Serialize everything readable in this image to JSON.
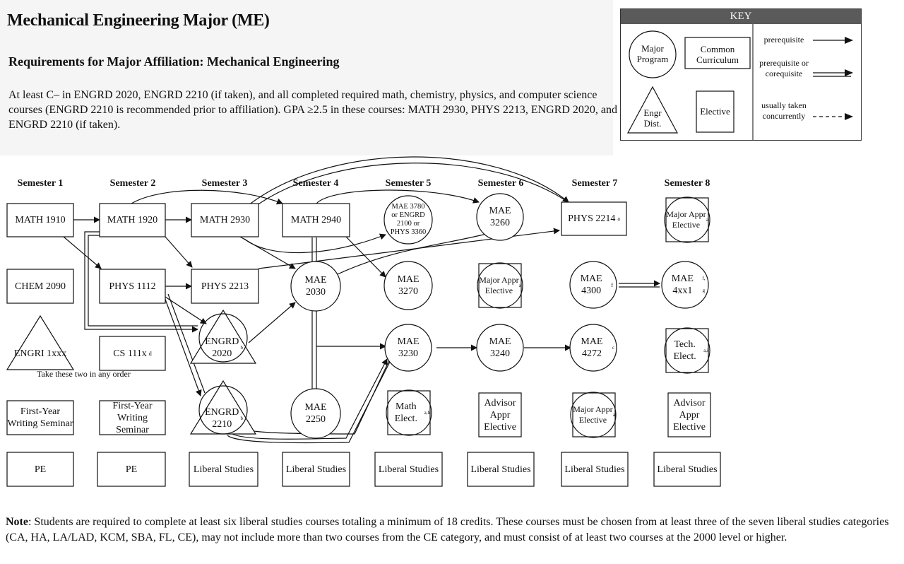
{
  "title": "Mechanical Engineering Major (ME)",
  "subtitle": "Requirements for Major Affiliation:  Mechanical Engineering",
  "requirements": "At least C– in ENGRD 2020, ENGRD 2210 (if taken), and all completed required math, chemistry, physics, and computer science courses (ENGRD 2210 is recommended prior to affiliation). GPA ≥2.5 in these courses: MATH 2930, PHYS 2213, ENGRD 2020, and ENGRD 2210 (if taken).",
  "key": {
    "title": "KEY",
    "major_program": "Major Program",
    "common_curriculum": "Common Curriculum",
    "engr_dist": "Engr Dist.",
    "elective": "Elective",
    "prerequisite": "prerequisite",
    "prereq_or_coreq": "prerequisite or corequisite",
    "usually_concurrent": "usually taken concurrently"
  },
  "semesters": [
    "Semester 1",
    "Semester 2",
    "Semester 3",
    "Semester 4",
    "Semester 5",
    "Semester 6",
    "Semester 7",
    "Semester 8"
  ],
  "courses": {
    "math1910": "MATH 1910",
    "math1920": "MATH 1920",
    "math2930": "MATH 2930",
    "math2940": "MATH 2940",
    "mae3780": "MAE 3780 or ENGRD 2100 or PHYS 3360",
    "mae3260": "MAE 3260",
    "phys2214": "PHYS 2214",
    "phys2214_sup": "a",
    "s8_major": "Major Appr Elective",
    "s8_major_sup": "a",
    "chem2090": "CHEM 2090",
    "phys1112": "PHYS 1112",
    "phys2213": "PHYS 2213",
    "mae2030": "MAE 2030",
    "mae3270": "MAE 3270",
    "s6_major": "Major Appr Elective",
    "s6_major_sup": "a",
    "mae4300": "MAE 4300",
    "mae4300_sup": "f",
    "mae4xx1": "MAE 4xx1",
    "mae4xx1_sup": "f, g",
    "engri": "ENGRI 1xxx",
    "cs111x": "CS 111x",
    "cs111x_sup": "d",
    "engrd2020": "ENGRD 2020",
    "engrd2020_sup": "b",
    "mae3230": "MAE 3230",
    "mae3240": "MAE 3240",
    "mae4272": "MAE 4272",
    "mae4272_sup": "c",
    "tech_elect": "Tech. Elect.",
    "tech_elect_sup": "a,i",
    "fyws1": "First-Year Writing Seminar",
    "fyws2": "First-Year Writing Seminar",
    "engrd2210": "ENGRD 2210",
    "engrd2210_sup": "b",
    "mae2250": "MAE 2250",
    "math_elect": "Math Elect.",
    "math_elect_sup": "a,h",
    "advisor6": "Advisor Appr Elective",
    "s7_major": "Major Appr Elective",
    "s7_major_sup": "a",
    "advisor8": "Advisor Appr Elective",
    "pe1": "PE",
    "pe2": "PE",
    "ls3": "Liberal Studies",
    "ls4": "Liberal Studies",
    "ls5": "Liberal Studies",
    "ls6": "Liberal Studies",
    "ls7": "Liberal Studies",
    "ls8": "Liberal Studies"
  },
  "take_note": "Take these two in any order",
  "note_label": "Note",
  "note_text": ": Students are required to complete at least six liberal studies courses totaling a minimum of 18 credits.  These courses must be chosen from at least three of the seven liberal studies categories (CA, HA, LA/LAD, KCM, SBA, FL, CE), may not include more than two courses from the CE category, and must consist of at least two courses at the 2000 level or higher."
}
